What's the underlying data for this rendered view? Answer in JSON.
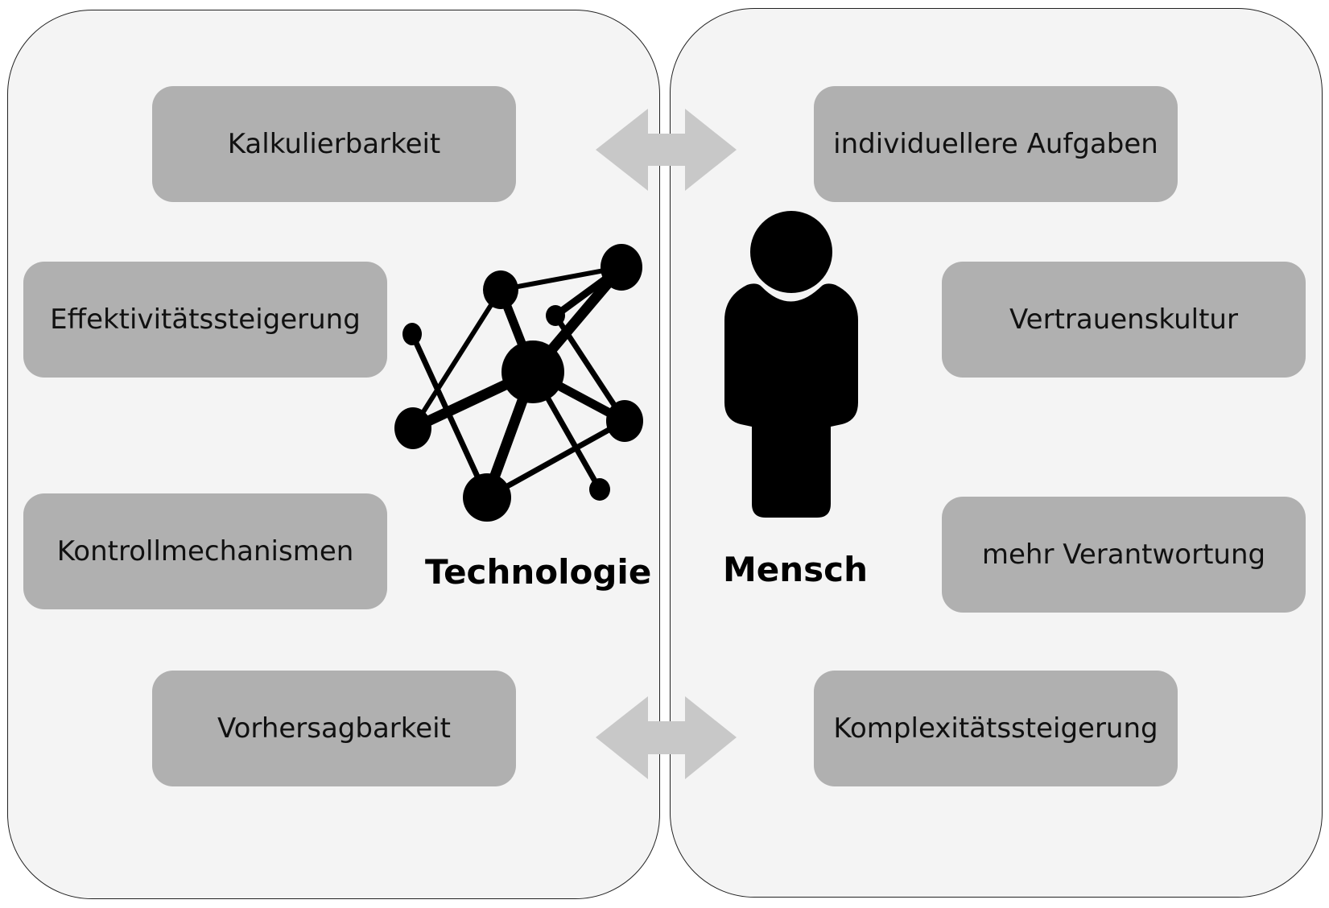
{
  "left": {
    "title": "Technologie",
    "items": [
      {
        "label": "Kalkulierbarkeit"
      },
      {
        "label": "Effektivitätssteigerung"
      },
      {
        "label": "Kontrollmechanismen"
      },
      {
        "label": "Vorhersagbarkeit"
      }
    ],
    "icon": "network-icon"
  },
  "right": {
    "title": "Mensch",
    "items": [
      {
        "label": "individuellere Aufgaben"
      },
      {
        "label": "Vertrauenskultur"
      },
      {
        "label": "mehr Verantwortung"
      },
      {
        "label": "Komplexitätssteigerung"
      }
    ],
    "icon": "person-icon"
  },
  "connectors": [
    "double-arrow-icon",
    "double-arrow-icon"
  ],
  "colors": {
    "panel_fill": "#f4f4f4",
    "box_fill": "#b0b0b0",
    "arrow_fill": "#c8c8c8",
    "icon_fill": "#000000"
  }
}
